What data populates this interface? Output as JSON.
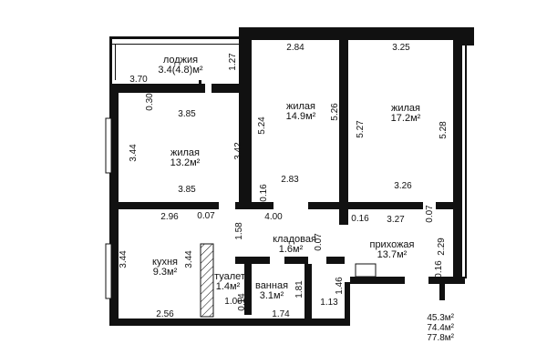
{
  "rooms": {
    "loggia": {
      "name": "лоджия",
      "area": "3.4(4.8)м²"
    },
    "living1": {
      "name": "жилая",
      "area": "14.9м²"
    },
    "living2": {
      "name": "жилая",
      "area": "17.2м²"
    },
    "living3": {
      "name": "жилая",
      "area": "13.2м²"
    },
    "kitchen": {
      "name": "кухня",
      "area": "9.3м²"
    },
    "storage": {
      "name": "кладовая",
      "area": "1.6м²"
    },
    "hall": {
      "name": "прихожая",
      "area": "13.7м²"
    },
    "toilet": {
      "name": "туалет",
      "area": "1.4м²"
    },
    "bath": {
      "name": "ванная",
      "area": "3.1м²"
    }
  },
  "dims": {
    "d284": "2.84",
    "d325": "3.25",
    "d127": "1.27",
    "d370": "3.70",
    "d030": "0.30",
    "d385a": "3.85",
    "d524": "5.24",
    "d526": "5.26",
    "d527": "5.27",
    "d528": "5.28",
    "d344a": "3.44",
    "d342": "3.42",
    "d283": "2.83",
    "d385b": "3.85",
    "d016a": "0.16",
    "d326": "3.26",
    "d296": "2.96",
    "d007a": "0.07",
    "d400": "4.00",
    "d016b": "0.16",
    "d327": "3.27",
    "d007b": "0.07",
    "d158": "1.58",
    "d007c": "0.07",
    "d229": "2.29",
    "d344b": "3.44",
    "d344c": "3.44",
    "d016c": "0.16",
    "d146": "1.46",
    "d100": "1.00",
    "d014": "0.14",
    "d181": "1.81",
    "d113": "1.13",
    "d256": "2.56",
    "d174": "1.74"
  },
  "totals": {
    "living": "45.3м²",
    "total": "74.4м²",
    "total_loggia": "77.8м²"
  }
}
